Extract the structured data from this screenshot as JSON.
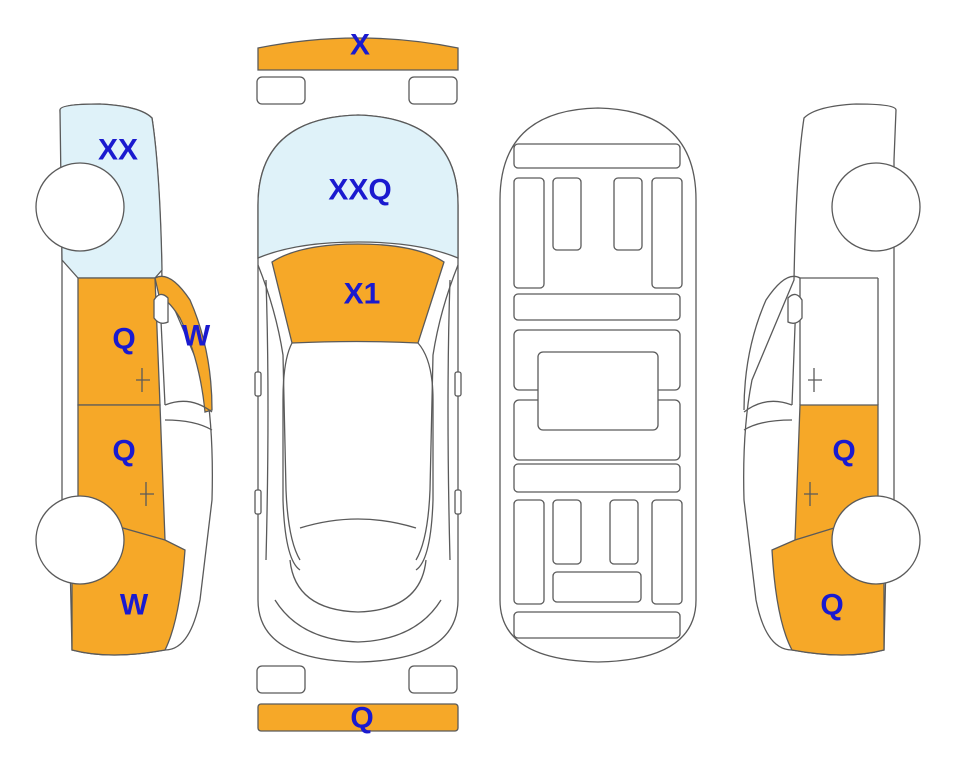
{
  "colors": {
    "damage": "#f6a828",
    "glass": "#dff2f9",
    "outline": "#5a5a5a",
    "label": "#1a1acf"
  },
  "labels": {
    "front_bumper": "X",
    "rear_bumper": "Q",
    "roof": "XXQ",
    "hood": "X1",
    "left_rear_glass": "XX",
    "left_front_door": "Q",
    "left_a_pillar": "W",
    "left_rear_door": "Q",
    "left_rear_quarter": "W",
    "right_door": "Q",
    "right_quarter": "Q"
  }
}
